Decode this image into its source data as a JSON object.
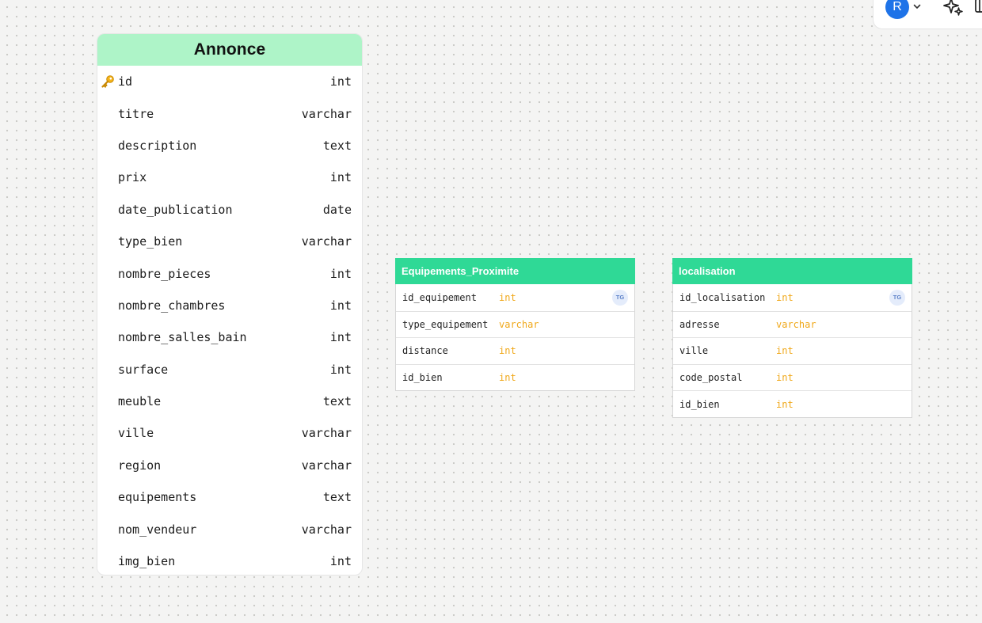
{
  "toolbar": {
    "avatar_initial": "R"
  },
  "tables": {
    "annonce": {
      "name": "Annonce",
      "fields": [
        {
          "name": "id",
          "type": "int",
          "primary_key": true
        },
        {
          "name": "titre",
          "type": "varchar"
        },
        {
          "name": "description",
          "type": "text"
        },
        {
          "name": "prix",
          "type": "int"
        },
        {
          "name": "date_publication",
          "type": "date"
        },
        {
          "name": "type_bien",
          "type": "varchar"
        },
        {
          "name": "nombre_pieces",
          "type": "int"
        },
        {
          "name": "nombre_chambres",
          "type": "int"
        },
        {
          "name": "nombre_salles_bain",
          "type": "int"
        },
        {
          "name": "surface",
          "type": "int"
        },
        {
          "name": "meuble",
          "type": "text"
        },
        {
          "name": "ville",
          "type": "varchar"
        },
        {
          "name": "region",
          "type": "varchar"
        },
        {
          "name": "equipements",
          "type": "text"
        },
        {
          "name": "nom_vendeur",
          "type": "varchar"
        },
        {
          "name": "img_bien",
          "type": "int"
        }
      ]
    },
    "equipements_proximite": {
      "name": "Equipements_Proximite",
      "badge": "TG",
      "fields": [
        {
          "name": "id_equipement",
          "type": "int"
        },
        {
          "name": "type_equipement",
          "type": "varchar"
        },
        {
          "name": "distance",
          "type": "int"
        },
        {
          "name": "id_bien",
          "type": "int"
        }
      ]
    },
    "localisation": {
      "name": "localisation",
      "badge": "TG",
      "fields": [
        {
          "name": "id_localisation",
          "type": "int"
        },
        {
          "name": "adresse",
          "type": "varchar"
        },
        {
          "name": "ville",
          "type": "int"
        },
        {
          "name": "code_postal",
          "type": "int"
        },
        {
          "name": "id_bien",
          "type": "int"
        }
      ]
    }
  },
  "colors": {
    "annonce_header": "#aef4c8",
    "table_header": "#2fd996",
    "type_text": "#f0a81a",
    "avatar": "#1e73e8"
  }
}
